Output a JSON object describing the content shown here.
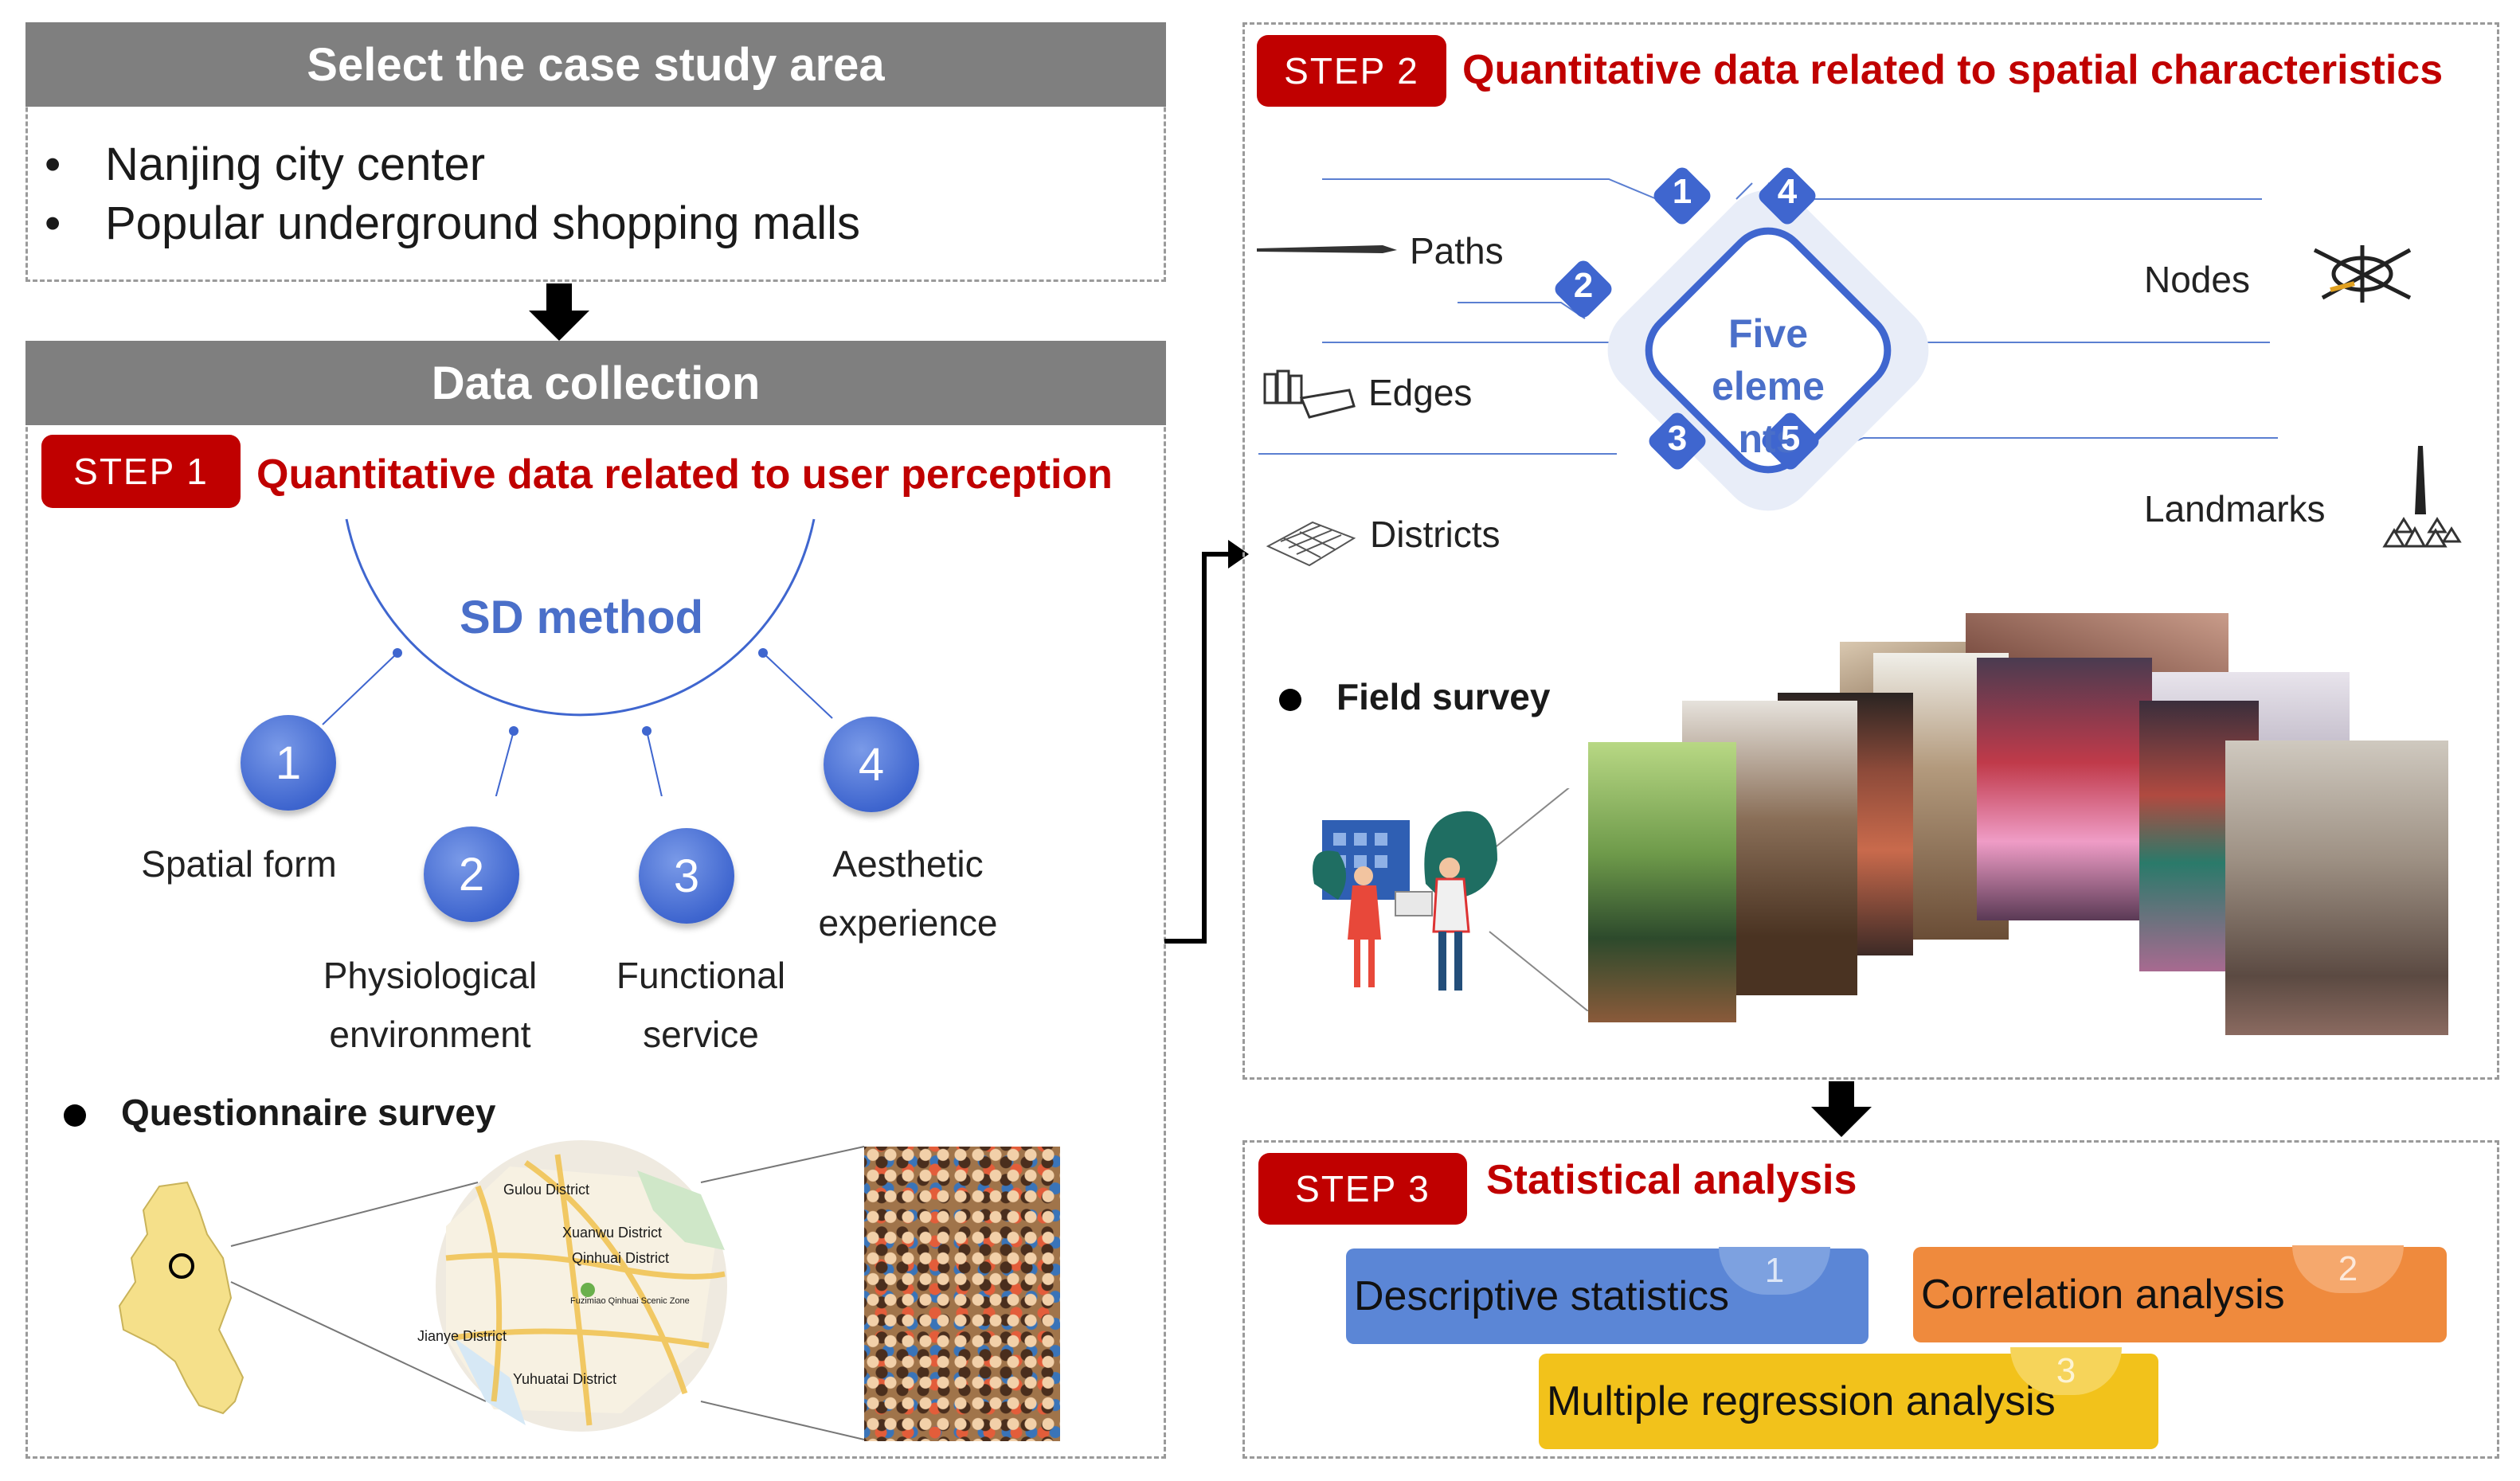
{
  "case_study": {
    "title": "Select the case study area",
    "bullets": [
      "Nanjing city center",
      "Popular underground shopping malls"
    ]
  },
  "data_collection": {
    "title": "Data collection"
  },
  "step1": {
    "badge": "STEP  1",
    "title": "Quantitative data related to user perception",
    "method": "SD method",
    "items": [
      {
        "num": "1",
        "label_lines": [
          "Spatial form"
        ]
      },
      {
        "num": "2",
        "label_lines": [
          "Physiological",
          "environment"
        ]
      },
      {
        "num": "3",
        "label_lines": [
          "Functional",
          "service"
        ]
      },
      {
        "num": "4",
        "label_lines": [
          "Aesthetic",
          "experience"
        ]
      }
    ],
    "survey": "Questionnaire survey",
    "map_labels": [
      "Gulou District",
      "Xuanwu District",
      "Qinhuai District",
      "Fuzimiao Qinhuai Scenic Zone",
      "Jianye District",
      "Yuhuatai District"
    ]
  },
  "step2": {
    "badge": "STEP  2",
    "title": "Quantitative data related to spatial characteristics",
    "center_lines": [
      "Five",
      "eleme",
      "nts"
    ],
    "elements": [
      {
        "num": "1",
        "label": "Paths"
      },
      {
        "num": "2",
        "label": "Edges"
      },
      {
        "num": "3",
        "label": "Districts"
      },
      {
        "num": "4",
        "label": "Nodes"
      },
      {
        "num": "5",
        "label": "Landmarks"
      }
    ],
    "survey": "Field survey"
  },
  "step3": {
    "badge": "STEP  3",
    "title": "Statistical analysis",
    "boxes": [
      {
        "num": "1",
        "label": "Descriptive statistics",
        "color": "#5b86d6"
      },
      {
        "num": "2",
        "label": "Correlation analysis",
        "color": "#ef8a3d"
      },
      {
        "num": "3",
        "label": "Multiple regression analysis",
        "color": "#f2c21b"
      }
    ]
  }
}
